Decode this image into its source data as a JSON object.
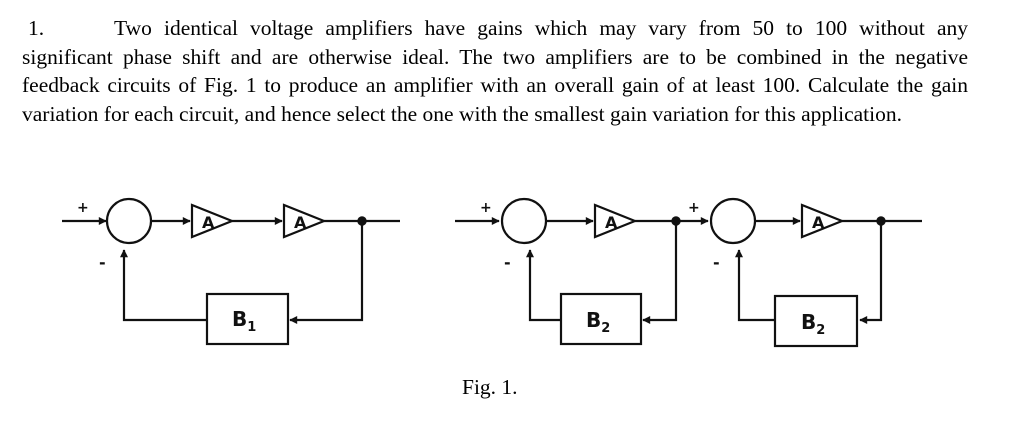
{
  "problem": {
    "number": "1.",
    "text": "Two identical voltage amplifiers have gains which may vary from 50 to 100 without any significant phase shift and are otherwise ideal. The two amplifiers are to be combined in the negative feedback circuits of Fig. 1 to produce an amplifier with an overall gain of at least 100. Calculate the gain variation for each circuit, and hence select the one with the smallest gain variation for this application."
  },
  "figure": {
    "caption": "Fig. 1.",
    "amplifier_label": "A",
    "plus_sign": "+",
    "minus_sign": "-",
    "circuit1": {
      "feedback_letter": "B",
      "feedback_sub": "1"
    },
    "circuit2": {
      "feedback_letter": "B",
      "feedback_sub": "2"
    }
  }
}
